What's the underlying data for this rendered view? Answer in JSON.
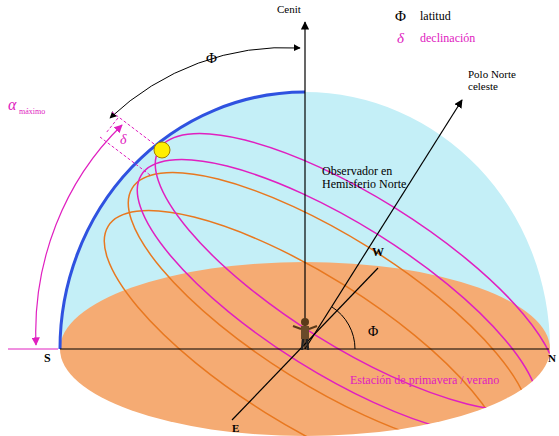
{
  "diagram": {
    "labels": [
      "Cenit",
      "Φ",
      "latitud",
      "δ",
      "declinación",
      "Φ",
      "δ",
      "α",
      "máximo",
      "Polo Norte celeste",
      "Observador en Hemisferio Norte",
      "W",
      "S",
      "N",
      "E",
      "Φ",
      "Estación de primavera / verano"
    ]
  }
}
